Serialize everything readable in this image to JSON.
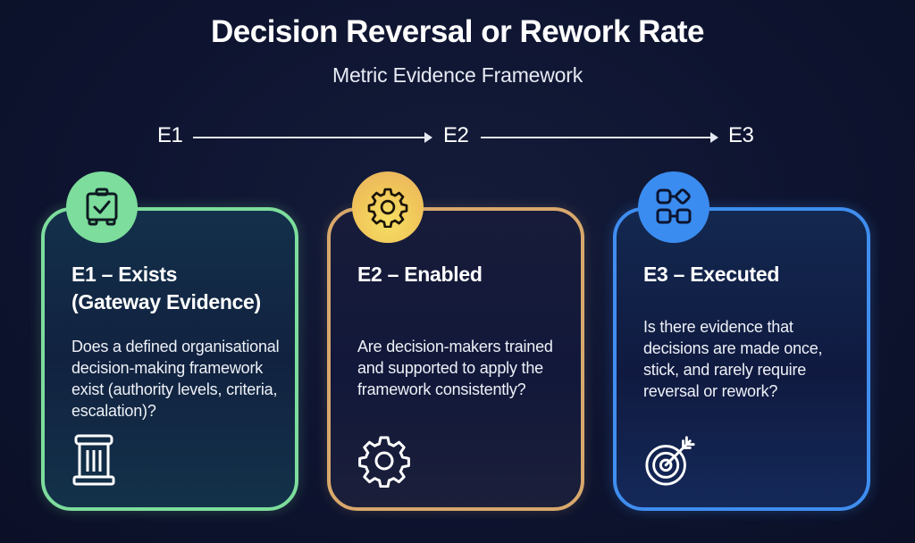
{
  "header": {
    "title": "Decision Reversal or Rework Rate",
    "subtitle": "Metric Evidence Framework"
  },
  "flow": {
    "steps": [
      "E1",
      "E2",
      "E3"
    ]
  },
  "cards": [
    {
      "id": "E1",
      "title": "E1 – Exists\n(Gateway Evidence)",
      "body": "Does a defined organisational decision-making framework exist (authority levels, criteria, escalation)?",
      "badge_icon": "clipboard-check-icon",
      "footer_icon": "pillar-icon",
      "accent": "#7ddd9c"
    },
    {
      "id": "E2",
      "title": "E2 – Enabled",
      "body": "Are decision-makers trained and supported to apply the framework consistently?",
      "badge_icon": "gear-icon",
      "footer_icon": "gear-icon",
      "accent": "#d8a86c"
    },
    {
      "id": "E3",
      "title": "E3 – Executed",
      "body": "Is there evidence that decisions are made once, stick, and rarely require reversal or rework?",
      "badge_icon": "workflow-icon",
      "footer_icon": "target-icon",
      "accent": "#3f8ef0"
    }
  ]
}
